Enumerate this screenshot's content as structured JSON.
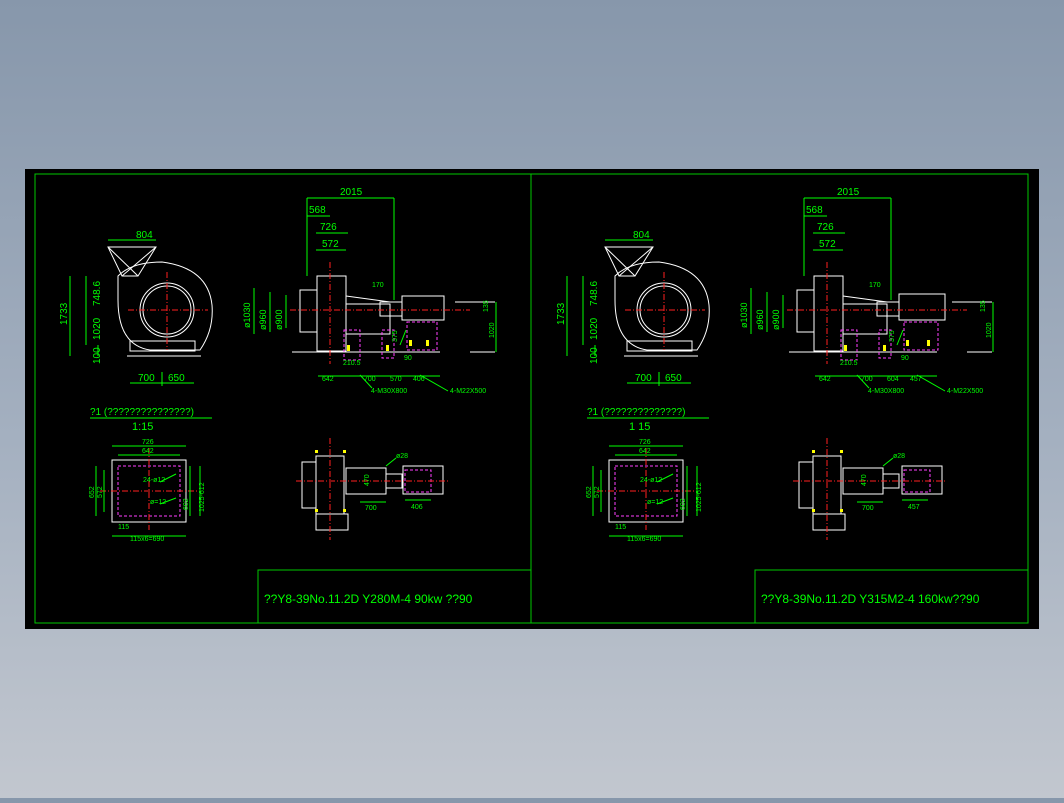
{
  "colors": {
    "frame": "#00c800",
    "line": "#ffffff",
    "dim": "#00ff00",
    "center": "#ff2020",
    "hidden": "#ff40ff",
    "yellow": "#ffff00",
    "paper": "#000000"
  },
  "sheets": [
    {
      "id": "left",
      "title": "??Y8-39No.11.2D  Y280M-4  90kw  ??90",
      "front": {
        "w": "804",
        "h1": "1733",
        "h2": "748.6",
        "h3": "1020",
        "h4": "100",
        "b1": "700",
        "b2": "650"
      },
      "side": {
        "top": "2015",
        "a": "568",
        "b": "726",
        "c": "572",
        "d1": "ø1030",
        "d2": "ø960",
        "d3": "ø900",
        "r1": "170",
        "r2": "375",
        "r3": "1020",
        "r4": "135",
        "b1": "642",
        "b2": "700",
        "b3": "570",
        "b4": "406",
        "b5": "90",
        "b6": "210.5",
        "bolt1": "4-M30X800",
        "bolt2": "4-M22X500"
      },
      "flange": {
        "caption": "?1 (???????????????)",
        "scale": "1:15",
        "w1": "726",
        "w2": "642",
        "h1": "652",
        "h2": "572",
        "holes": "24-ø12",
        "ring": "ø=12",
        "r1": "602",
        "r2": "1025-612",
        "b1": "115",
        "b2": "115x6=690"
      },
      "plan": {
        "d1": "ø28",
        "d2": "470",
        "d3": "700",
        "d4": "406"
      }
    },
    {
      "id": "right",
      "title": "??Y8-39No.11.2D  Y315M2-4  160kw??90",
      "front": {
        "w": "804",
        "h1": "1733",
        "h2": "748.6",
        "h3": "1020",
        "h4": "100",
        "b1": "700",
        "b2": "650"
      },
      "side": {
        "top": "2015",
        "a": "568",
        "b": "726",
        "c": "572",
        "d1": "ø1030",
        "d2": "ø960",
        "d3": "ø900",
        "r1": "170",
        "r2": "375",
        "r3": "1020",
        "r4": "135",
        "b1": "642",
        "b2": "700",
        "b3": "604",
        "b4": "457",
        "b5": "90",
        "b6": "210.5",
        "bolt1": "4-M30X800",
        "bolt2": "4-M22X500"
      },
      "flange": {
        "caption": "?1 (??????????????)",
        "scale": "1 15",
        "w1": "726",
        "w2": "642",
        "h1": "652",
        "h2": "572",
        "holes": "24-ø12",
        "ring": "ø=12",
        "r1": "602",
        "r2": "1025-612",
        "b1": "115",
        "b2": "115x6=690"
      },
      "plan": {
        "d1": "ø28",
        "d2": "470",
        "d3": "700",
        "d4": "457"
      }
    }
  ]
}
